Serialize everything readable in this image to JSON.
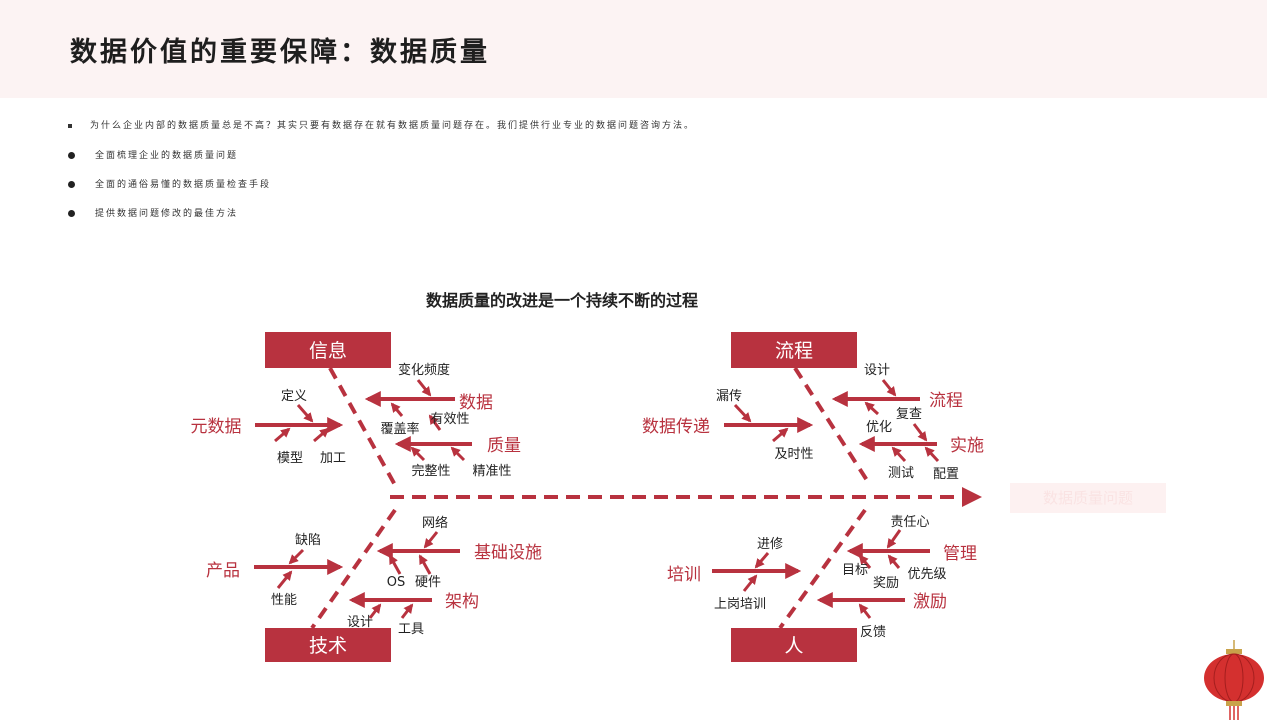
{
  "title": "数据价值的重要保障：数据质量",
  "bullets": [
    {
      "marker": "square",
      "text": "为什么企业内部的数据质量总是不高？其实只要有数据存在就有数据质量问题存在。我们提供行业专业的数据问题咨询方法。"
    },
    {
      "marker": "circle",
      "text": "全面梳理企业的数据质量问题"
    },
    {
      "marker": "circle",
      "text": "全面的通俗易懂的数据质量检查手段"
    },
    {
      "marker": "circle",
      "text": "提供数据问题修改的最佳方法"
    }
  ],
  "diagram": {
    "title": "数据质量的改进是一个持续不断的过程",
    "head_label": "数据质量问题",
    "colors": {
      "accent": "#b8323f",
      "text": "#222222",
      "box_text": "#ffffff"
    },
    "categories": {
      "xinxi": "信息",
      "liucheng": "流程",
      "jishu": "技术",
      "ren": "人"
    },
    "branches": {
      "yuanshuju": "元数据",
      "shuju": "数据",
      "zhiliang": "质量",
      "shujuchuandi": "数据传递",
      "liucheng2": "流程",
      "shishi": "实施",
      "chanpin": "产品",
      "jichusheshi": "基础设施",
      "jiagou": "架构",
      "peixun": "培训",
      "guanli": "管理",
      "jili": "激励"
    },
    "causes": {
      "dingyi": "定义",
      "moxing": "模型",
      "jiagong": "加工",
      "bianhuapindu": "变化频度",
      "youxiaoxing": "有效性",
      "fugailv": "覆盖率",
      "wanzhengxing": "完整性",
      "jingzhunxing": "精准性",
      "louchuan": "漏传",
      "jishixing": "及时性",
      "sheji": "设计",
      "fucha": "复查",
      "youhua": "优化",
      "ceshi": "测试",
      "peizhi": "配置",
      "quexian": "缺陷",
      "xingneng": "性能",
      "wangluo": "网络",
      "os": "OS",
      "yingjian": "硬件",
      "sheji2": "设计",
      "gongju": "工具",
      "jinxiu": "进修",
      "shanggangpeixun": "上岗培训",
      "zerenxin": "责任心",
      "mubiao": "目标",
      "jiangli": "奖励",
      "youxianji": "优先级",
      "fankui": "反馈"
    }
  }
}
